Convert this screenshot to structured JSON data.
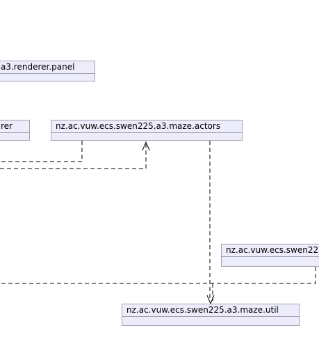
{
  "packages": {
    "renderer_panel": {
      "label": "a3.renderer.panel"
    },
    "renderer": {
      "label": "rer"
    },
    "maze_actors": {
      "label": "nz.ac.vuw.ecs.swen225.a3.maze.actors"
    },
    "swen_partial": {
      "label": "nz.ac.vuw.ecs.swen22"
    },
    "maze_util": {
      "label": "nz.ac.vuw.ecs.swen225.a3.maze.util"
    }
  },
  "colors": {
    "package_fill": "#ececfb",
    "package_border": "#a0a0b0",
    "edge": "#000000"
  }
}
